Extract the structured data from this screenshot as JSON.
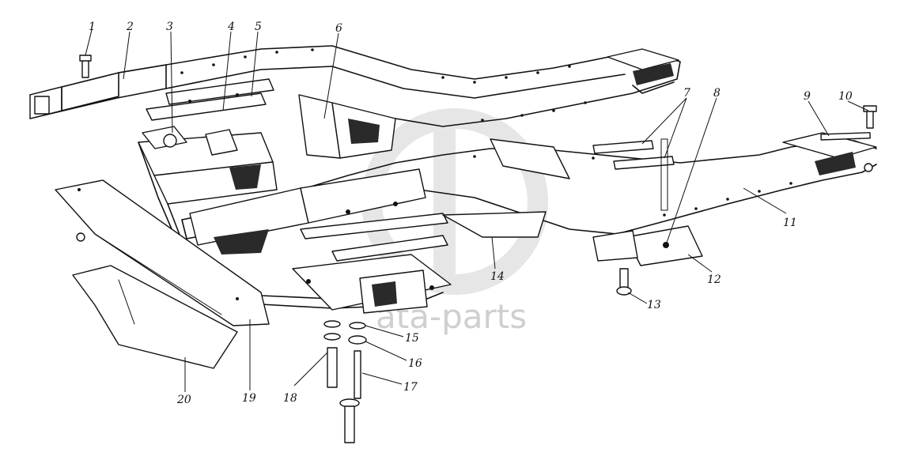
{
  "watermark": {
    "text": "ata-parts",
    "color": "#cfcfcf"
  },
  "callouts": [
    {
      "id": "1",
      "label": "1"
    },
    {
      "id": "2",
      "label": "2"
    },
    {
      "id": "3",
      "label": "3"
    },
    {
      "id": "4",
      "label": "4"
    },
    {
      "id": "5",
      "label": "5"
    },
    {
      "id": "6",
      "label": "6"
    },
    {
      "id": "7",
      "label": "7"
    },
    {
      "id": "8",
      "label": "8"
    },
    {
      "id": "9",
      "label": "9"
    },
    {
      "id": "10",
      "label": "10"
    },
    {
      "id": "11",
      "label": "11"
    },
    {
      "id": "12",
      "label": "12"
    },
    {
      "id": "13",
      "label": "13"
    },
    {
      "id": "14",
      "label": "14"
    },
    {
      "id": "15",
      "label": "15"
    },
    {
      "id": "16",
      "label": "16"
    },
    {
      "id": "17",
      "label": "17"
    },
    {
      "id": "18",
      "label": "18"
    },
    {
      "id": "19",
      "label": "19"
    },
    {
      "id": "20",
      "label": "20"
    }
  ],
  "colors": {
    "ink": "#111111",
    "paper": "#ffffff",
    "watermark": "#cfcfcf"
  }
}
